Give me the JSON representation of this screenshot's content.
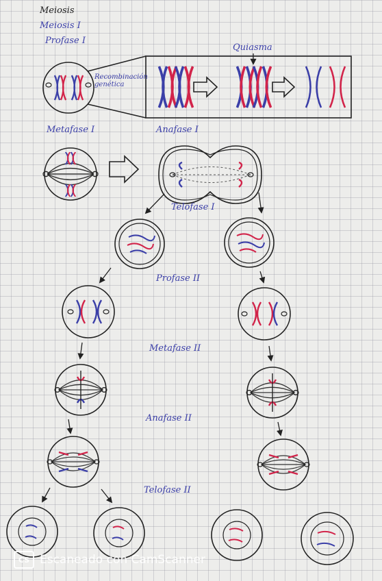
{
  "title": {
    "meiosis": "Meiosis",
    "meiosis_1": "Meiosis I",
    "profase_1": "Profase I"
  },
  "labels": {
    "recombinacion": "Recombinación genética",
    "quiasma": "Quiasma",
    "metafase_1": "Metafase I",
    "anafase_1": "Anafase I",
    "telofase_1": "Telofase I",
    "profase_2": "Profase II",
    "metafase_2": "Metafase II",
    "anafase_2": "Anafase II",
    "telofase_2": "Telofase II"
  },
  "watermark": {
    "logo": "CS",
    "text": "Escaneado con CamScanner"
  },
  "colors": {
    "ink": "#222222",
    "blue": "#3b3fa8",
    "red": "#d2244a"
  }
}
